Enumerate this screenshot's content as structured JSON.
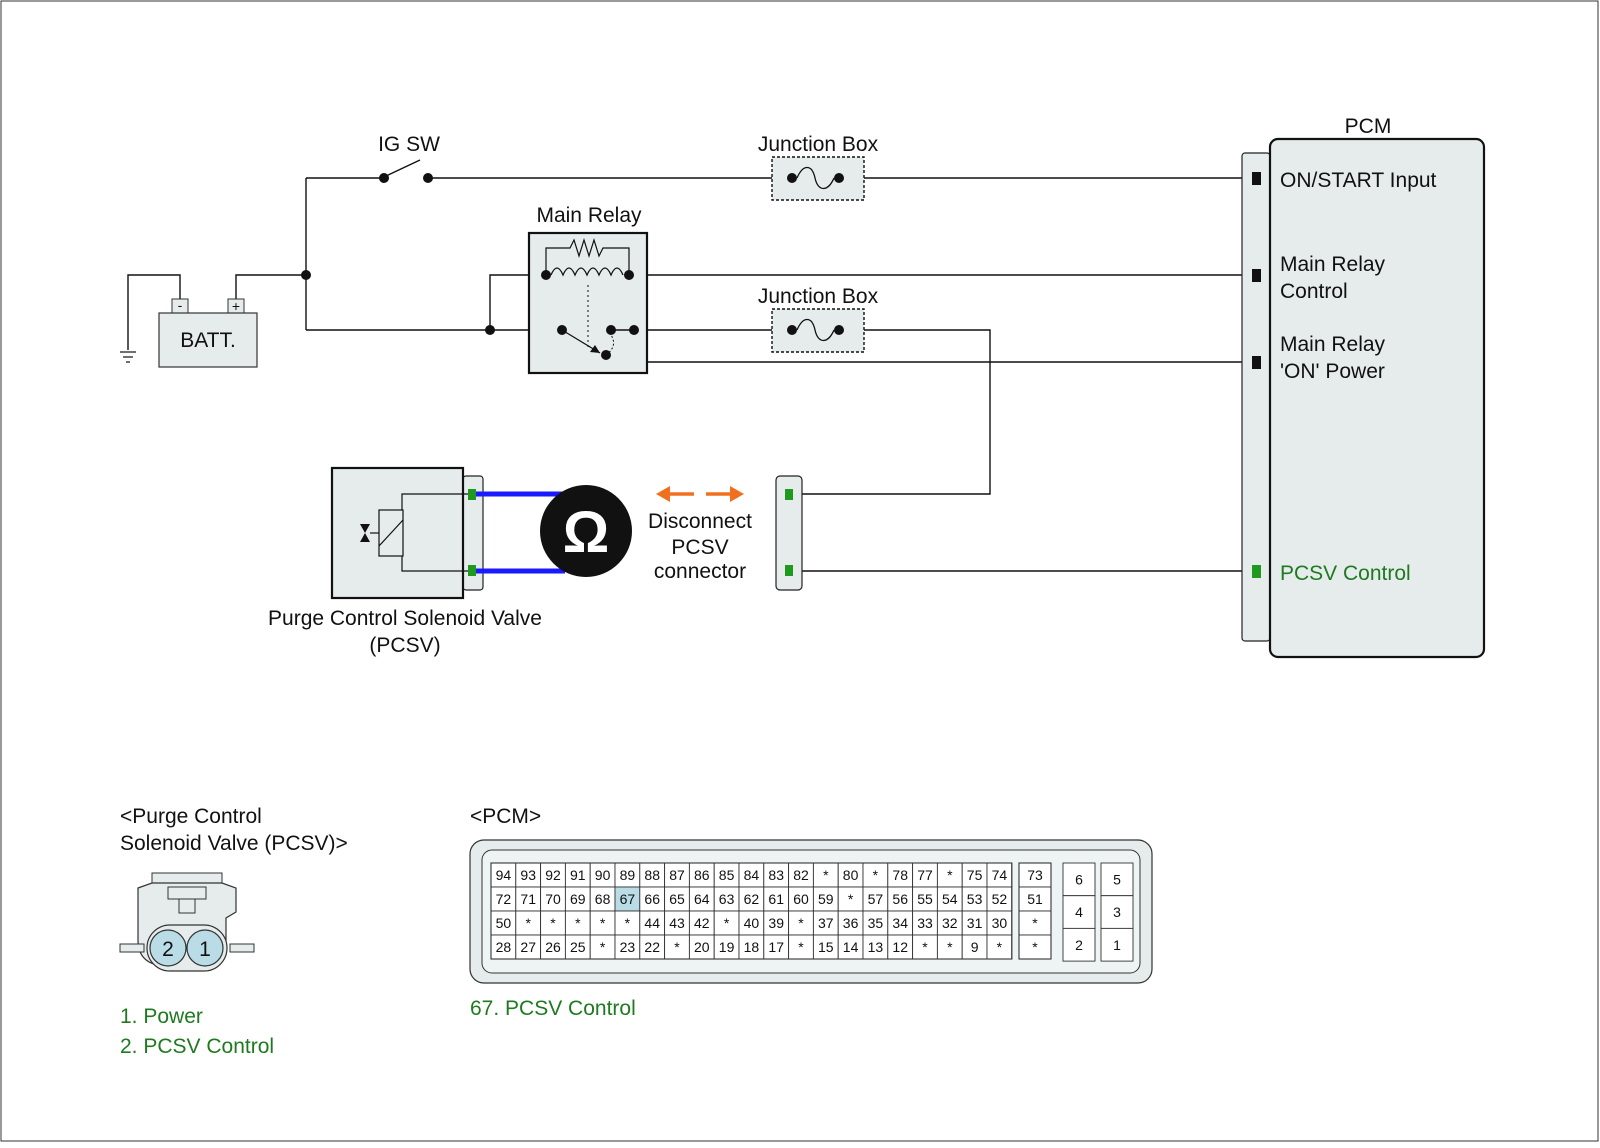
{
  "colors": {
    "wire": "#111111",
    "box_fill": "#e6ecec",
    "highlight": "#b9dce6",
    "accent_green": "#1f7a1f",
    "probe_blue": "#1a1aff",
    "arrow_orange": "#f07020"
  },
  "labels": {
    "ig_sw": "IG SW",
    "junction_box_1": "Junction Box",
    "junction_box_2": "Junction Box",
    "main_relay": "Main Relay",
    "batt": "BATT.",
    "batt_minus": "-",
    "batt_plus": "+",
    "pcm": "PCM",
    "pcm_on_start": "ON/START Input",
    "pcm_main_relay_control_1": "Main Relay",
    "pcm_main_relay_control_2": "Control",
    "pcm_main_relay_on_1": "Main Relay",
    "pcm_main_relay_on_2": "'ON' Power",
    "pcm_pcsv_control": "PCSV Control",
    "disconnect_1": "Disconnect",
    "disconnect_2": "PCSV",
    "disconnect_3": "connector",
    "ohmmeter_symbol": "Ω",
    "pcsv_name_1": "Purge Control Solenoid Valve",
    "pcsv_name_2": "(PCSV)"
  },
  "pcsv_connector": {
    "title_1": "<Purge Control",
    "title_2": "Solenoid Valve (PCSV)>",
    "pin_left": "2",
    "pin_right": "1",
    "legend": [
      "1. Power",
      "2. PCSV Control"
    ]
  },
  "pcm_connector": {
    "title": "<PCM>",
    "rows": [
      [
        "94",
        "93",
        "92",
        "91",
        "90",
        "89",
        "88",
        "87",
        "86",
        "85",
        "84",
        "83",
        "82",
        "*",
        "80",
        "*",
        "78",
        "77",
        "*",
        "75",
        "74"
      ],
      [
        "72",
        "71",
        "70",
        "69",
        "68",
        "67",
        "66",
        "65",
        "64",
        "63",
        "62",
        "61",
        "60",
        "59",
        "*",
        "57",
        "56",
        "55",
        "54",
        "53",
        "52"
      ],
      [
        "50",
        "*",
        "*",
        "*",
        "*",
        "*",
        "44",
        "43",
        "42",
        "*",
        "40",
        "39",
        "*",
        "37",
        "36",
        "35",
        "34",
        "33",
        "32",
        "31",
        "30"
      ],
      [
        "28",
        "27",
        "26",
        "25",
        "*",
        "23",
        "22",
        "*",
        "20",
        "19",
        "18",
        "17",
        "*",
        "15",
        "14",
        "13",
        "12",
        "*",
        "*",
        "9",
        "*"
      ]
    ],
    "column_b": [
      "73",
      "51",
      "*",
      "*"
    ],
    "column_c": [
      "6",
      "4",
      "2"
    ],
    "column_d": [
      "5",
      "3",
      "1"
    ],
    "highlighted_pin": "67",
    "legend": "67. PCSV Control"
  }
}
